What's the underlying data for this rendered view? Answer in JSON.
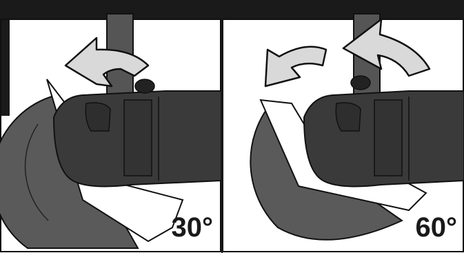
{
  "panels": [
    {
      "angle_label": "30°",
      "arrow_count": 1
    },
    {
      "angle_label": "60°",
      "arrow_count": 2
    }
  ],
  "colors": {
    "outline": "#111111",
    "tool_body": "#3a3a3a",
    "disc": "#5a5a5a",
    "guard": "#ffffff",
    "arrow": "#d9d9d9",
    "header_bar": "#1a1a1a"
  }
}
